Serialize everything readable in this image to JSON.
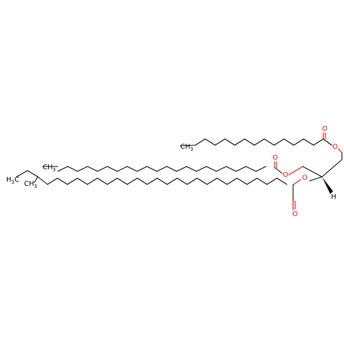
{
  "molecule": {
    "atom_labels": {
      "oxygen": "O",
      "hydrogen": "H",
      "methyl_c": "CH",
      "methyl_sub": "3",
      "h3c_h": "H",
      "h3c_sub": "3",
      "h3c_c": "C"
    },
    "colors": {
      "bond": "#000000",
      "oxygen": "#ff0000",
      "background": "#ffffff"
    }
  }
}
